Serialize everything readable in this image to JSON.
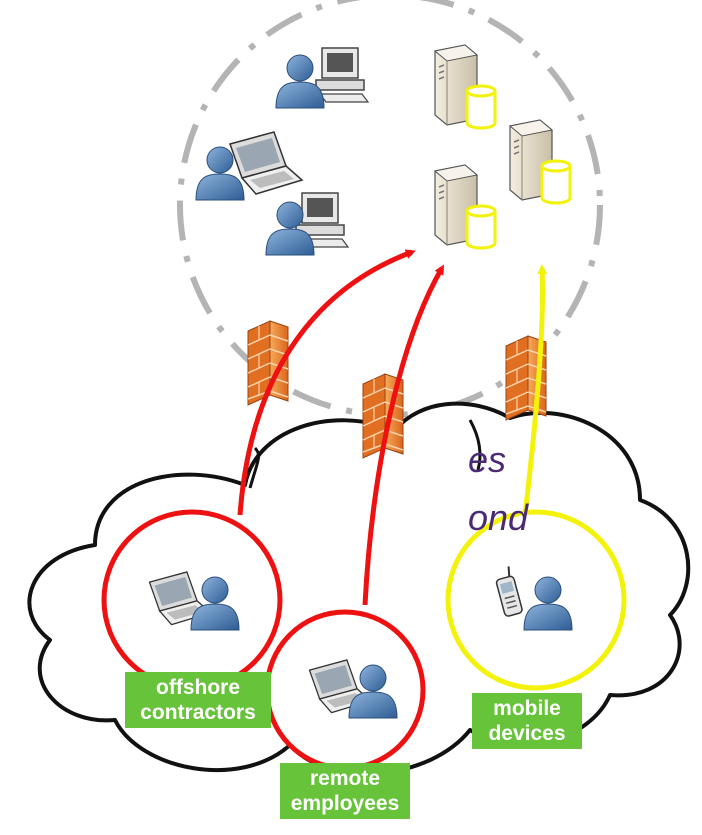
{
  "text_fragments": [
    "es",
    "ond"
  ],
  "groups": [
    {
      "id": "offshore",
      "lines": [
        "offshore",
        "contractors"
      ],
      "ring_color": "#ee1111"
    },
    {
      "id": "remote",
      "lines": [
        "remote",
        "employees"
      ],
      "ring_color": "#ee1111"
    },
    {
      "id": "mobile",
      "lines": [
        "mobile",
        "devices"
      ],
      "ring_color": "#f2f20a"
    }
  ],
  "colors": {
    "label_bg": "#66c33a",
    "red_arrow": "#ee1111",
    "yellow_arrow": "#f2f20a",
    "dash_circle": "#b4b4b4",
    "fragment_text": "#4b2a74",
    "user_icon": "#3c6ea8",
    "database": "#f2f20a",
    "firewall": "#f08a2e"
  },
  "icons": [
    "user-with-desktop-icon",
    "user-with-laptop-icon",
    "server-with-database-icon",
    "firewall-icon",
    "user-with-mobile-phone-icon",
    "cloud-icon"
  ]
}
